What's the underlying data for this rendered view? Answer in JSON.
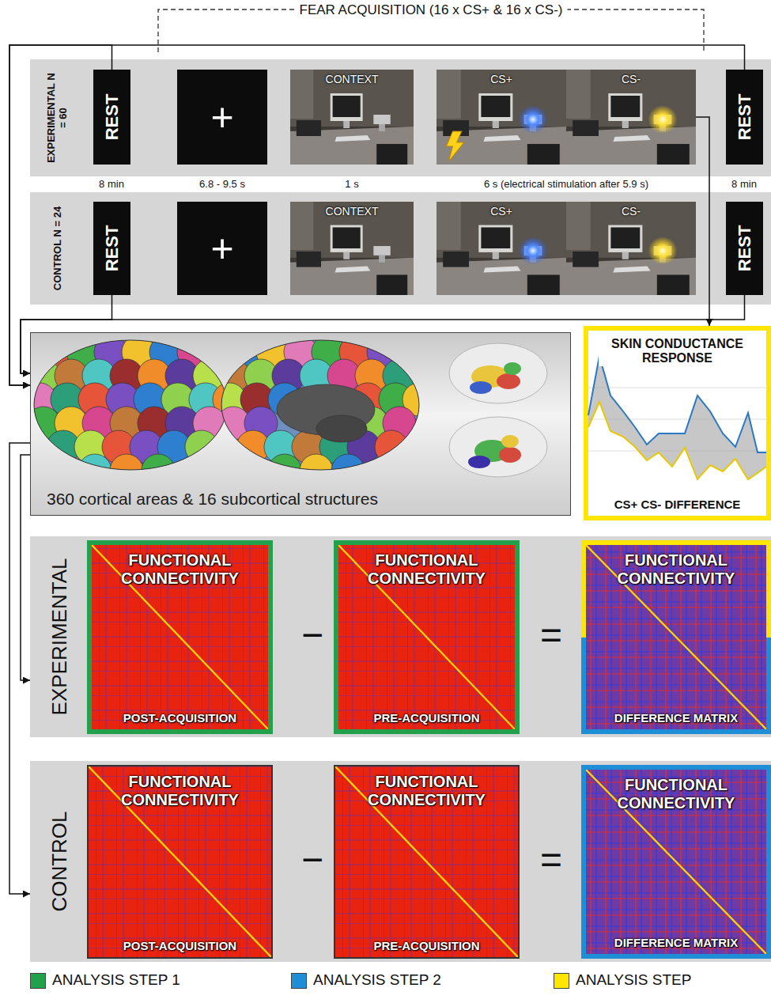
{
  "diagram": {
    "nodes": [
      {
        "text": [
          "EXPERIMENTAL N = 60"
        ]
      },
      {
        "text": [
          "REST"
        ],
        "in": 0
      },
      {
        "text": [
          "+"
        ],
        "in": 0
      },
      {
        "text": [
          "CONTEXT"
        ],
        "in": 0
      },
      {
        "text": [
          "CS+"
        ],
        "in": 0
      },
      {
        "text": [
          "CS-"
        ],
        "in": 0
      },
      {
        "text": [
          "REST"
        ],
        "in": 0
      },
      {
        "text": [
          "CONTROL N = 24"
        ]
      },
      {
        "text": [
          "REST"
        ],
        "in": 7
      },
      {
        "text": [
          "+"
        ],
        "in": 7
      },
      {
        "text": [
          "CONTEXT"
        ],
        "in": 7
      },
      {
        "text": [
          "CS+"
        ],
        "in": 7
      },
      {
        "text": [
          "CS-"
        ],
        "in": 7
      },
      {
        "text": [
          "REST"
        ],
        "in": 7
      },
      {
        "text": [
          "360 cortical areas & 16 subcortical structures"
        ]
      },
      {
        "text": [
          "SKIN CONDUCTANCE RESPONSE",
          "CS+ CS- DIFFERENCE"
        ]
      },
      {
        "text": [
          "EXPERIMENTAL"
        ]
      },
      {
        "text": [
          "FUNCTIONAL CONNECTIVITY",
          "POST-ACQUISITION"
        ],
        "in": 16
      },
      {
        "text": [
          "FUNCTIONAL CONNECTIVITY",
          "PRE-ACQUISITION"
        ],
        "in": 16
      },
      {
        "text": [
          "FUNCTIONAL CONNECTIVITY",
          "DIFFERENCE MATRIX"
        ],
        "in": 16
      },
      {
        "text": [
          "CONTROL"
        ]
      },
      {
        "text": [
          "FUNCTIONAL CONNECTIVITY",
          "POST-ACQUISITION"
        ],
        "in": 20
      },
      {
        "text": [
          "FUNCTIONAL CONNECTIVITY",
          "PRE-ACQUISITION"
        ],
        "in": 20
      },
      {
        "text": [
          "FUNCTIONAL CONNECTIVITY",
          "DIFFERENCE MATRIX"
        ],
        "in": 20
      }
    ],
    "edges": [
      {
        "from": 1,
        "to": 14,
        "arrow": "to"
      },
      {
        "from": 6,
        "to": 14,
        "arrow": "to"
      },
      {
        "from": 8,
        "to": 14,
        "arrow": "to"
      },
      {
        "from": 13,
        "to": 14,
        "arrow": "to"
      },
      {
        "from": 5,
        "to": 15,
        "arrow": "to"
      },
      {
        "from": 14,
        "to": 16,
        "arrow": "to"
      },
      {
        "from": 14,
        "to": 20,
        "arrow": "to"
      }
    ],
    "labels": [
      "FEAR ACQUISITION (16 x CS+ & 16 x CS-)",
      "8 min",
      "6.8 - 9.5 s",
      "1 s",
      "6 s (electrical stimulation after 5.9 s)",
      "8 min",
      "−",
      "=",
      "−",
      "="
    ],
    "legend": [
      {
        "text": "ANALYSIS STEP 1",
        "color": "#22a04b"
      },
      {
        "text": "ANALYSIS STEP 2",
        "color": "#1e8fd6"
      },
      {
        "text": "ANALYSIS STEP",
        "color": "#ffe600"
      }
    ]
  }
}
